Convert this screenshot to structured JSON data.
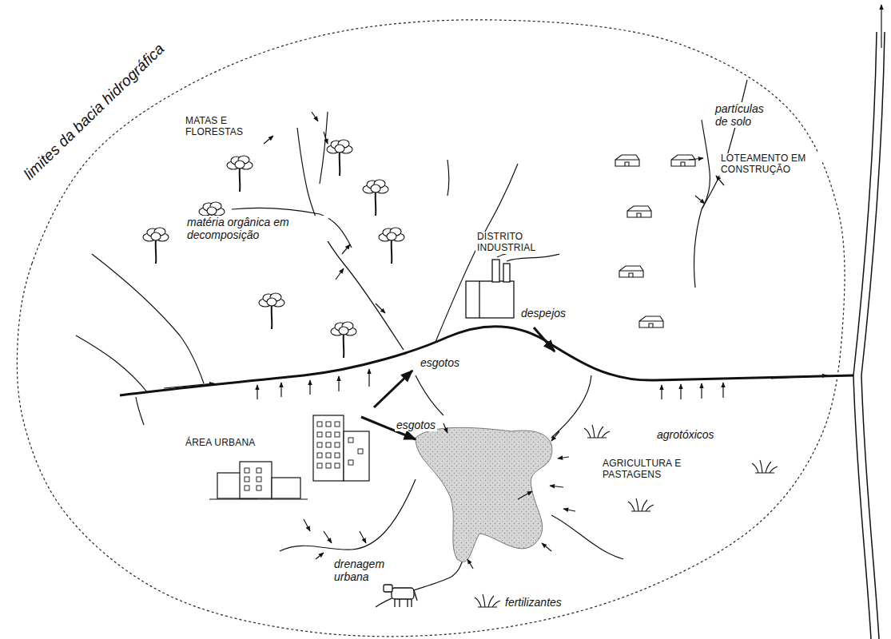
{
  "diagram": {
    "labels": [
      "limites da bacia hidrográfica",
      "MATAS E FLORESTAS",
      "matéria orgânica em decomposição",
      "DISTRITO INDUSTRIAL",
      "despejos",
      "partículas de solo",
      "LOTEAMENTO EM CONSTRUÇÃO",
      "esgotos",
      "ÁREA URBANA",
      "esgotos",
      "agrotóxicos",
      "AGRICULTURA E PASTAGENS",
      "drenagem urbana",
      "fertilizantes"
    ]
  }
}
